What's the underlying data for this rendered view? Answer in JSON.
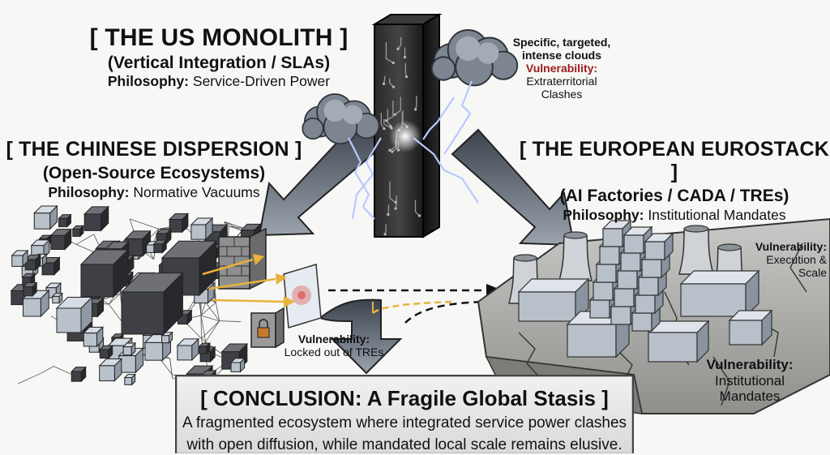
{
  "us": {
    "title": "[ THE US MONOLITH ]",
    "subtitle": "(Vertical Integration / SLAs)",
    "philosophy_label": "Philosophy:",
    "philosophy_value": "Service-Driven Power",
    "cloud_note_1": "Specific, targeted,",
    "cloud_note_2": "intense clouds",
    "vulnerability_label": "Vulnerability:",
    "vulnerability_value_1": "Extraterritorial",
    "vulnerability_value_2": "Clashes"
  },
  "china": {
    "title": "[ THE CHINESE DISPERSION ]",
    "subtitle": "(Open-Source Ecosystems)",
    "philosophy_label": "Philosophy:",
    "philosophy_value": "Normative Vacuums",
    "vulnerability_label": "Vulnerability:",
    "vulnerability_value": "Locked out of TREs"
  },
  "europe": {
    "title": "[ THE EUROPEAN EUROSTACK ]",
    "subtitle": "(AI Factories / CADA / TREs)",
    "philosophy_label": "Philosophy:",
    "philosophy_value": "Institutional Mandates",
    "vulnerability_1_label": "Vulnerability:",
    "vulnerability_1_value_1": "Execution &",
    "vulnerability_1_value_2": "Scale",
    "vulnerability_2_label": "Vulnerability:",
    "vulnerability_2_value_1": "Institutional",
    "vulnerability_2_value_2": "Mandates"
  },
  "conclusion": {
    "title": "[ CONCLUSION: A Fragile Global Stasis ]",
    "body_1": "A fragmented ecosystem where integrated service power clashes",
    "body_2": "with open diffusion, while mandated local scale remains elusive."
  },
  "colors": {
    "monolith": "#1a1a1a",
    "arrow": "#6e7784",
    "lightning": "#b8c9ff",
    "accent_red": "#9b1b1b",
    "amber": "#e8b23c"
  },
  "icons": [
    "monolith-tower-icon",
    "storm-cloud-icon",
    "lightning-icon",
    "cube-network-icon",
    "factory-icon",
    "cracked-ground-icon",
    "lock-icon",
    "firewall-icon"
  ]
}
